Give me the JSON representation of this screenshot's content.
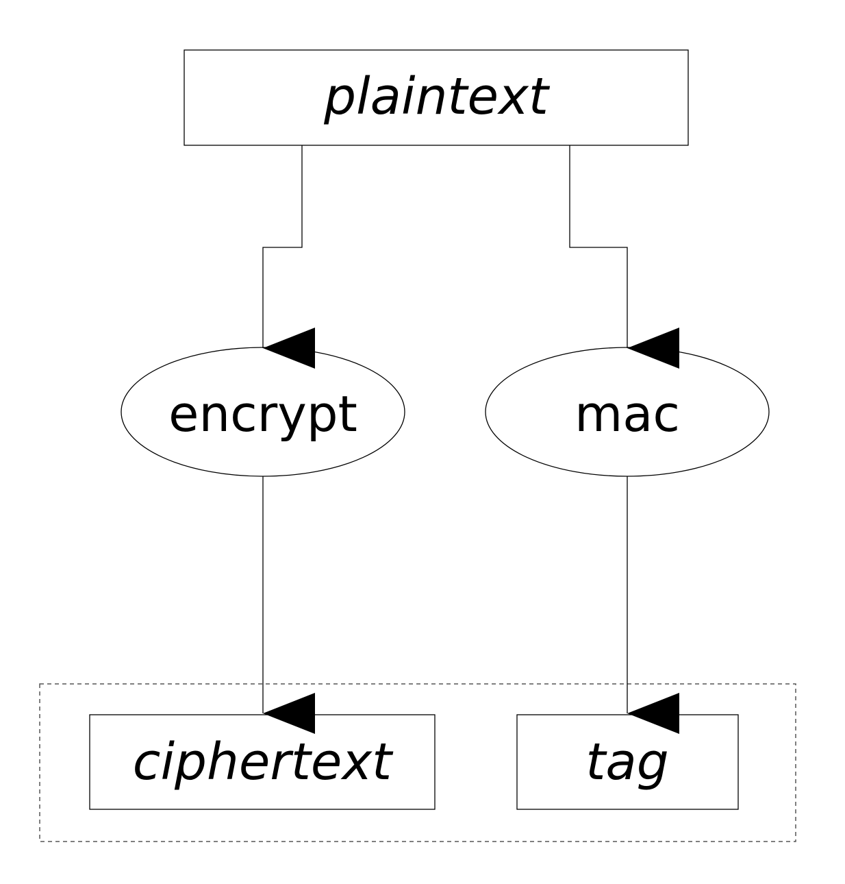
{
  "diagram": {
    "nodes": {
      "plaintext": "plaintext",
      "encrypt": "encrypt",
      "mac": "mac",
      "ciphertext": "ciphertext",
      "tag": "tag"
    },
    "edges": [
      {
        "from": "plaintext",
        "to": "encrypt"
      },
      {
        "from": "plaintext",
        "to": "mac"
      },
      {
        "from": "encrypt",
        "to": "ciphertext"
      },
      {
        "from": "mac",
        "to": "tag"
      }
    ],
    "colors": {
      "stroke": "#000000",
      "fill": "#ffffff",
      "group_stroke": "#555555"
    }
  }
}
